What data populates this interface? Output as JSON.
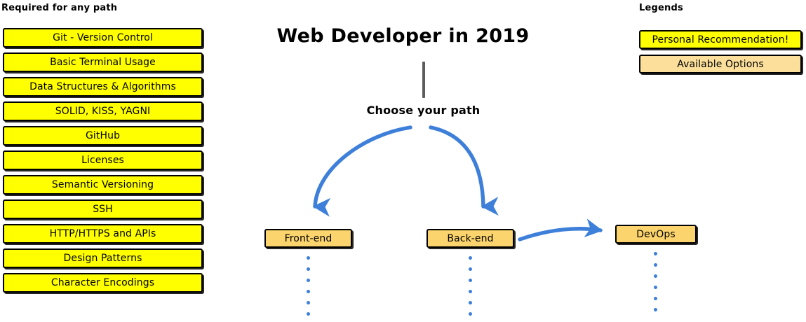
{
  "left_column": {
    "heading": "Required for any path",
    "items": [
      {
        "label": "Git - Version Control",
        "style": "yellow"
      },
      {
        "label": "Basic Terminal Usage",
        "style": "yellow"
      },
      {
        "label": "Data Structures & Algorithms",
        "style": "yellow"
      },
      {
        "label": "SOLID, KISS, YAGNI",
        "style": "yellow"
      },
      {
        "label": "GitHub",
        "style": "yellow"
      },
      {
        "label": "Licenses",
        "style": "yellow"
      },
      {
        "label": "Semantic Versioning",
        "style": "yellow"
      },
      {
        "label": "SSH",
        "style": "yellow"
      },
      {
        "label": "HTTP/HTTPS and APIs",
        "style": "yellow"
      },
      {
        "label": "Design Patterns",
        "style": "yellow"
      },
      {
        "label": "Character Encodings",
        "style": "yellow"
      }
    ]
  },
  "center": {
    "title": "Web Developer in 2019",
    "choose_path_label": "Choose your path",
    "nodes": [
      {
        "label": "Front-end",
        "style": "gold"
      },
      {
        "label": "Back-end",
        "style": "gold"
      },
      {
        "label": "DevOps",
        "style": "gold"
      }
    ],
    "continuation_dots_count": 6
  },
  "legends": {
    "heading": "Legends",
    "items": [
      {
        "label": "Personal Recommendation!",
        "style": "yellow"
      },
      {
        "label": "Available Options",
        "style": "tan"
      }
    ]
  },
  "colors": {
    "recommendation_yellow": "#ffff00",
    "available_tan": "#fbdf9b",
    "node_gold": "#fbd46d",
    "arrow_blue": "#3d7fd9",
    "stem_gray": "#5c5c5c",
    "outline_black": "#000000",
    "background": "#ffffff"
  }
}
